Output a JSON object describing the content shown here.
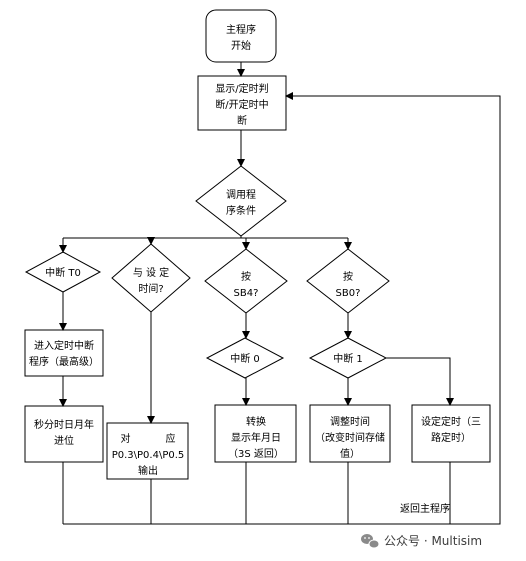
{
  "flowchart": {
    "start": [
      "主程序",
      "开始"
    ],
    "display_judge": [
      "显示/定时判",
      "断/开定时中",
      "断"
    ],
    "call_condition": [
      "调用程",
      "序条件"
    ],
    "decision_t0": [
      "中断 T0"
    ],
    "decision_set_time": [
      "与 设 定",
      "时间?"
    ],
    "decision_sb4": [
      "按",
      "SB4?"
    ],
    "decision_sb0": [
      "按",
      "SB0?"
    ],
    "process_interrupt_program": [
      "进入定时中断",
      "程序（最高级）"
    ],
    "process_time_carry": [
      "秒分时日月年",
      "进位"
    ],
    "process_output": [
      "对           应",
      "P0.3\\P0.4\\P0.5",
      "输出"
    ],
    "decision_interrupt0": [
      "中断 0"
    ],
    "process_display_date": [
      "转换",
      "显示年月日",
      "（3S 返回）"
    ],
    "decision_interrupt1": [
      "中断 1"
    ],
    "process_adjust_time": [
      "调整时间",
      "（改变时间存储",
      "值）"
    ],
    "process_set_alarm": [
      "设定定时（三",
      "路定时）"
    ],
    "return_label": "返回主程序"
  },
  "watermark": {
    "icon": "wechat-icon",
    "text": "公众号 · Multisim"
  }
}
